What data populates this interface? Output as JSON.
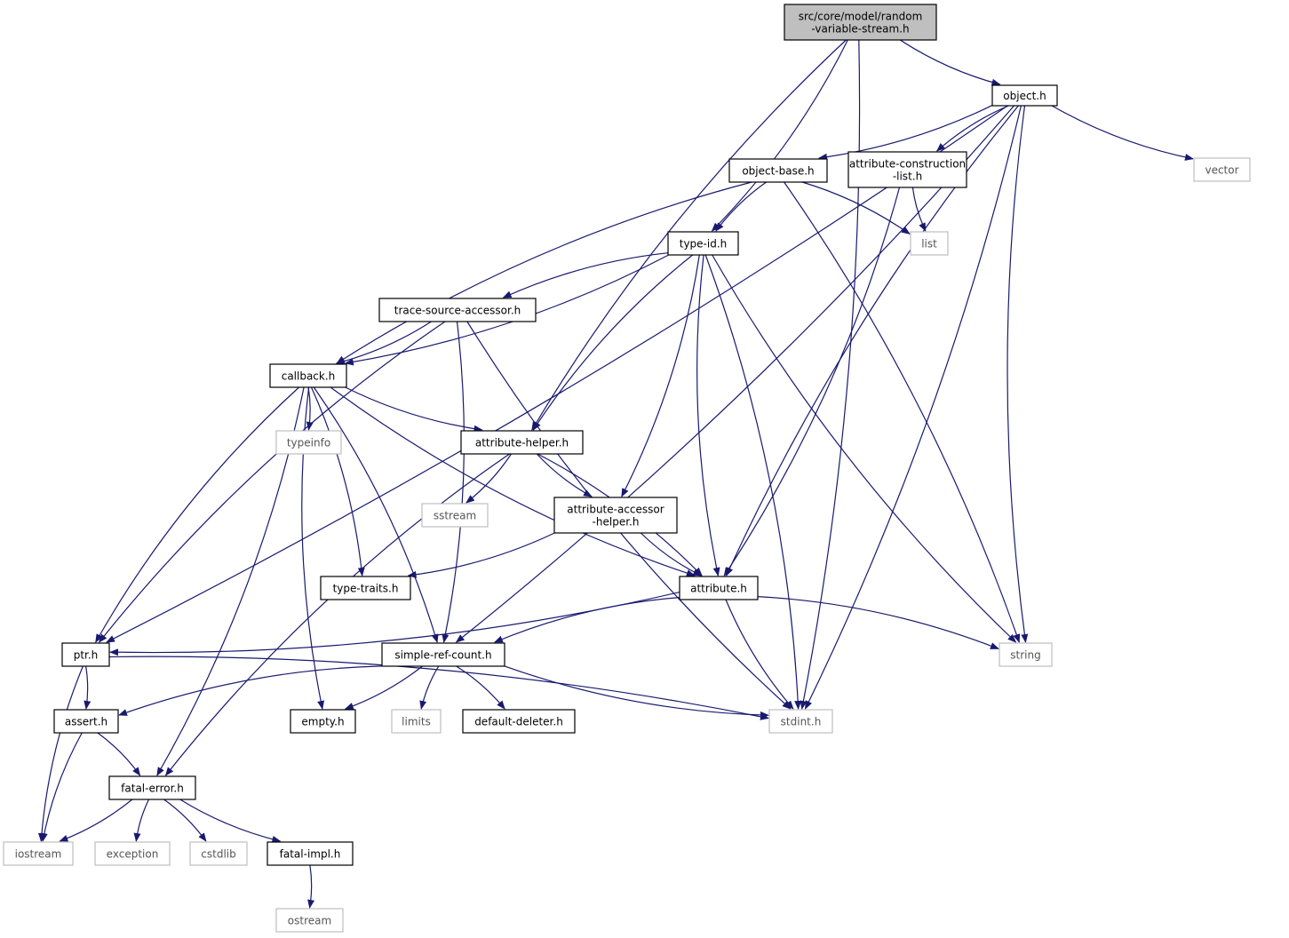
{
  "diagram": {
    "title": "",
    "nodes": [
      {
        "id": "root",
        "lines": [
          "src/core/model/random",
          "-variable-stream.h"
        ],
        "kind": "root"
      },
      {
        "id": "object",
        "lines": [
          "object.h"
        ],
        "kind": "internal"
      },
      {
        "id": "vector",
        "lines": [
          "vector"
        ],
        "kind": "external"
      },
      {
        "id": "object-base",
        "lines": [
          "object-base.h"
        ],
        "kind": "internal"
      },
      {
        "id": "attr-construct",
        "lines": [
          "attribute-construction",
          "-list.h"
        ],
        "kind": "internal"
      },
      {
        "id": "type-id",
        "lines": [
          "type-id.h"
        ],
        "kind": "internal"
      },
      {
        "id": "list",
        "lines": [
          "list"
        ],
        "kind": "external"
      },
      {
        "id": "trace-src",
        "lines": [
          "trace-source-accessor.h"
        ],
        "kind": "internal"
      },
      {
        "id": "callback",
        "lines": [
          "callback.h"
        ],
        "kind": "internal"
      },
      {
        "id": "typeinfo",
        "lines": [
          "typeinfo"
        ],
        "kind": "external"
      },
      {
        "id": "attr-helper",
        "lines": [
          "attribute-helper.h"
        ],
        "kind": "internal"
      },
      {
        "id": "sstream",
        "lines": [
          "sstream"
        ],
        "kind": "external"
      },
      {
        "id": "attr-acc",
        "lines": [
          "attribute-accessor",
          "-helper.h"
        ],
        "kind": "internal"
      },
      {
        "id": "type-traits",
        "lines": [
          "type-traits.h"
        ],
        "kind": "internal"
      },
      {
        "id": "attribute",
        "lines": [
          "attribute.h"
        ],
        "kind": "internal"
      },
      {
        "id": "ptr",
        "lines": [
          "ptr.h"
        ],
        "kind": "internal"
      },
      {
        "id": "simple-ref",
        "lines": [
          "simple-ref-count.h"
        ],
        "kind": "internal"
      },
      {
        "id": "string",
        "lines": [
          "string"
        ],
        "kind": "external"
      },
      {
        "id": "assert",
        "lines": [
          "assert.h"
        ],
        "kind": "internal"
      },
      {
        "id": "empty",
        "lines": [
          "empty.h"
        ],
        "kind": "internal"
      },
      {
        "id": "limits",
        "lines": [
          "limits"
        ],
        "kind": "external"
      },
      {
        "id": "default-deleter",
        "lines": [
          "default-deleter.h"
        ],
        "kind": "internal"
      },
      {
        "id": "stdint",
        "lines": [
          "stdint.h"
        ],
        "kind": "external"
      },
      {
        "id": "fatal-error",
        "lines": [
          "fatal-error.h"
        ],
        "kind": "internal"
      },
      {
        "id": "iostream",
        "lines": [
          "iostream"
        ],
        "kind": "external"
      },
      {
        "id": "exception",
        "lines": [
          "exception"
        ],
        "kind": "external"
      },
      {
        "id": "cstdlib",
        "lines": [
          "cstdlib"
        ],
        "kind": "external"
      },
      {
        "id": "fatal-impl",
        "lines": [
          "fatal-impl.h"
        ],
        "kind": "internal"
      },
      {
        "id": "ostream",
        "lines": [
          "ostream"
        ],
        "kind": "external"
      }
    ],
    "edges": [
      [
        "root",
        "object"
      ],
      [
        "root",
        "type-id"
      ],
      [
        "root",
        "attr-helper"
      ],
      [
        "root",
        "stdint"
      ],
      [
        "object",
        "vector"
      ],
      [
        "object",
        "object-base"
      ],
      [
        "object",
        "attr-construct"
      ],
      [
        "object",
        "ptr"
      ],
      [
        "object",
        "attribute"
      ],
      [
        "object",
        "simple-ref"
      ],
      [
        "object",
        "string"
      ],
      [
        "object",
        "stdint"
      ],
      [
        "object-base",
        "type-id"
      ],
      [
        "object-base",
        "list"
      ],
      [
        "object-base",
        "callback"
      ],
      [
        "object-base",
        "string"
      ],
      [
        "attr-construct",
        "list"
      ],
      [
        "attr-construct",
        "attribute"
      ],
      [
        "type-id",
        "trace-src"
      ],
      [
        "type-id",
        "callback"
      ],
      [
        "type-id",
        "attr-helper"
      ],
      [
        "type-id",
        "attr-acc"
      ],
      [
        "type-id",
        "attribute"
      ],
      [
        "type-id",
        "stdint"
      ],
      [
        "type-id",
        "string"
      ],
      [
        "trace-src",
        "callback"
      ],
      [
        "trace-src",
        "ptr"
      ],
      [
        "trace-src",
        "simple-ref"
      ],
      [
        "trace-src",
        "stdint"
      ],
      [
        "callback",
        "typeinfo"
      ],
      [
        "callback",
        "attr-helper"
      ],
      [
        "callback",
        "type-traits"
      ],
      [
        "callback",
        "ptr"
      ],
      [
        "callback",
        "fatal-error"
      ],
      [
        "callback",
        "empty"
      ],
      [
        "callback",
        "simple-ref"
      ],
      [
        "callback",
        "attribute"
      ],
      [
        "attr-helper",
        "sstream"
      ],
      [
        "attr-helper",
        "attr-acc"
      ],
      [
        "attr-helper",
        "attribute"
      ],
      [
        "attr-helper",
        "fatal-error"
      ],
      [
        "attr-acc",
        "type-traits"
      ],
      [
        "attr-acc",
        "attribute"
      ],
      [
        "attribute",
        "ptr"
      ],
      [
        "attribute",
        "simple-ref"
      ],
      [
        "attribute",
        "string"
      ],
      [
        "attribute",
        "stdint"
      ],
      [
        "ptr",
        "assert"
      ],
      [
        "ptr",
        "iostream"
      ],
      [
        "ptr",
        "stdint"
      ],
      [
        "simple-ref",
        "assert"
      ],
      [
        "simple-ref",
        "empty"
      ],
      [
        "simple-ref",
        "limits"
      ],
      [
        "simple-ref",
        "default-deleter"
      ],
      [
        "simple-ref",
        "stdint"
      ],
      [
        "assert",
        "fatal-error"
      ],
      [
        "assert",
        "iostream"
      ],
      [
        "fatal-error",
        "iostream"
      ],
      [
        "fatal-error",
        "exception"
      ],
      [
        "fatal-error",
        "cstdlib"
      ],
      [
        "fatal-error",
        "fatal-impl"
      ],
      [
        "fatal-impl",
        "ostream"
      ]
    ]
  },
  "colors": {
    "edge": "#191970",
    "internal_border": "#000000",
    "external_border": "#bfbfbf",
    "root_fill": "#bfbfbf"
  }
}
